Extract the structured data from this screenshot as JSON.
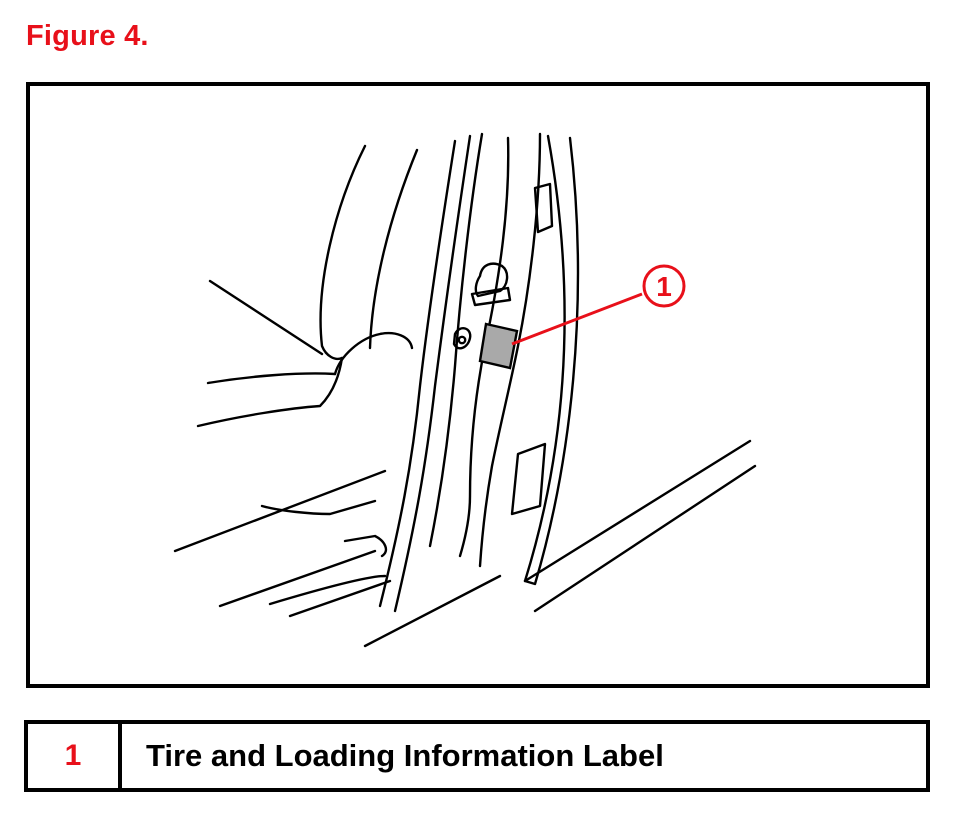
{
  "figure_title": "Figure 4.",
  "callout": {
    "number": "1",
    "color": "#e8101a"
  },
  "legend": [
    {
      "number": "1",
      "description": "Tire and Loading Information Label"
    }
  ],
  "colors": {
    "accent": "#e8101a",
    "line": "#000000",
    "label_fill": "#a9a9a9"
  }
}
